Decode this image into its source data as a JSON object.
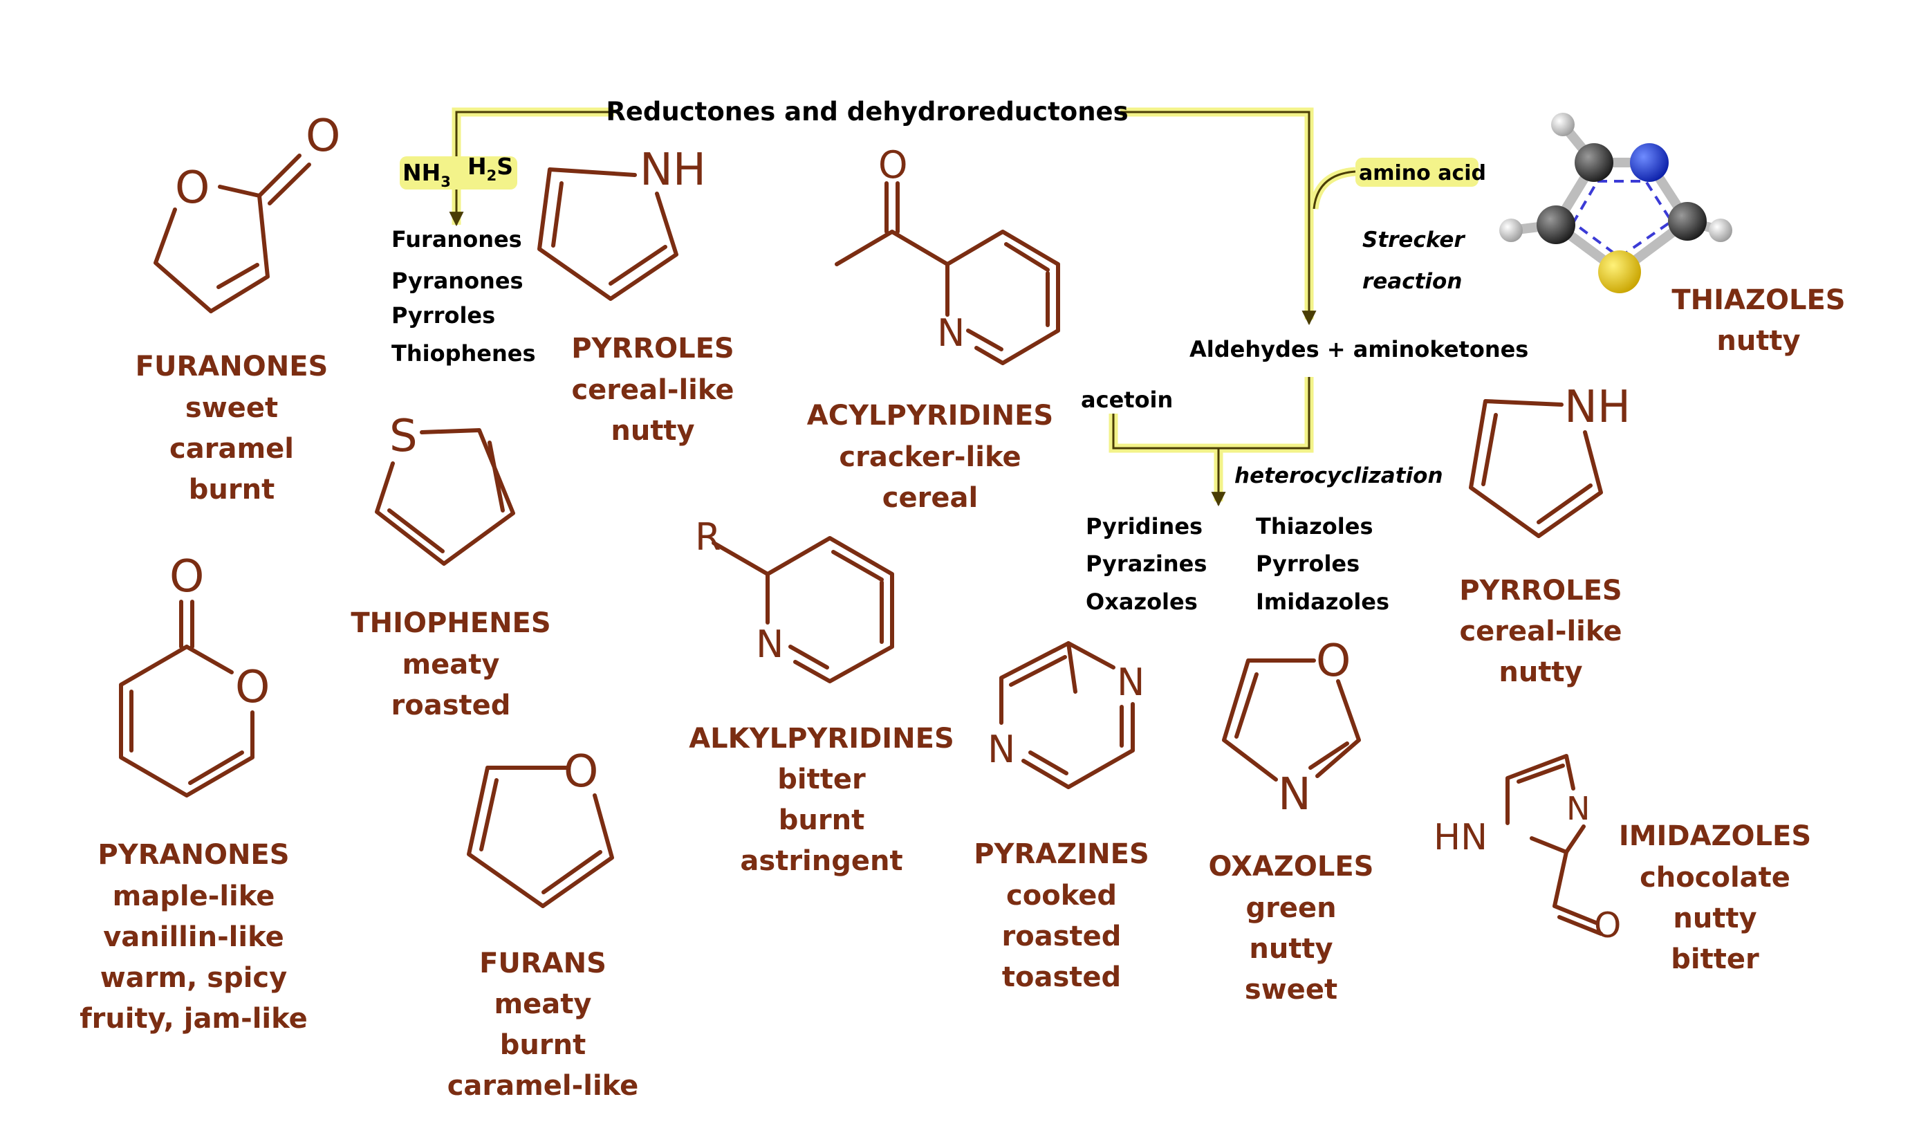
{
  "title": "Reductones and dehydroreductones",
  "reagents": {
    "nh3": "NH",
    "nh3_sub": "3",
    "h2s_a": "H",
    "h2s_sub": "2",
    "h2s_b": "S"
  },
  "nh3_products": [
    "Furanones",
    "Pyranones",
    "Pyrroles",
    "Thiophenes"
  ],
  "amino_acid": "amino acid",
  "strecker": [
    "Strecker",
    "reaction"
  ],
  "aldehydes": "Aldehydes + aminoketones",
  "acetoin": "acetoin",
  "heterocyclization": "heterocyclization",
  "products_left": [
    "Pyridines",
    "Pyrazines",
    "Oxazoles"
  ],
  "products_right": [
    "Thiazoles",
    "Pyrroles",
    "Imidazoles"
  ],
  "atoms": {
    "O": "O",
    "N": "N",
    "NH": "NH",
    "S": "S",
    "R": "R",
    "HN": "HN"
  },
  "colors": {
    "label": "#7b2d12",
    "highlight": "#f3f38a",
    "arrow": "#4a3d05",
    "thiazole_carbon": "#3a3a3a",
    "thiazole_nitrogen": "#1f3fd6",
    "thiazole_sulfur": "#e8c400",
    "thiazole_hydrogen": "#e6e6e6"
  },
  "compounds": [
    {
      "name": "FURANONES",
      "notes": [
        "sweet",
        "caramel",
        "burnt"
      ]
    },
    {
      "name": "PYRROLES",
      "notes": [
        "cereal-like",
        "nutty"
      ]
    },
    {
      "name": "ACYLPYRIDINES",
      "notes": [
        "cracker-like",
        "cereal"
      ]
    },
    {
      "name": "THIAZOLES",
      "notes": [
        "nutty"
      ]
    },
    {
      "name": "THIOPHENES",
      "notes": [
        "meaty",
        "roasted"
      ]
    },
    {
      "name": "PYRROLES",
      "notes": [
        "cereal-like",
        "nutty"
      ]
    },
    {
      "name": "PYRANONES",
      "notes": [
        "maple-like",
        "vanillin-like",
        "warm, spicy",
        "fruity, jam-like"
      ]
    },
    {
      "name": "ALKYLPYRIDINES",
      "notes": [
        "bitter",
        "burnt",
        "astringent"
      ]
    },
    {
      "name": "FURANS",
      "notes": [
        "meaty",
        "burnt",
        "caramel-like"
      ]
    },
    {
      "name": "PYRAZINES",
      "notes": [
        "cooked",
        "roasted",
        "toasted"
      ]
    },
    {
      "name": "OXAZOLES",
      "notes": [
        "green",
        "nutty",
        "sweet"
      ]
    },
    {
      "name": "IMIDAZOLES",
      "notes": [
        "chocolate",
        "nutty",
        "bitter"
      ]
    }
  ]
}
